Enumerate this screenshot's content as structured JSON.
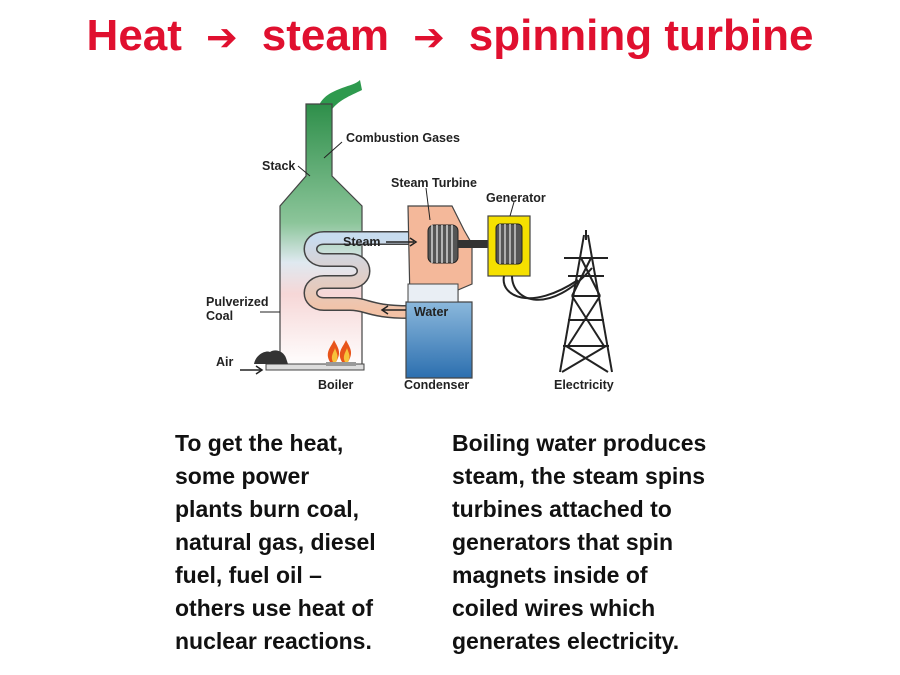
{
  "title": {
    "word1": "Heat",
    "word2": "steam",
    "word3": "spinning turbine",
    "arrow_icon": "right-arrow-icon",
    "color": "#e0102f"
  },
  "diagram": {
    "labels": {
      "combustion_gases": "Combustion Gases",
      "stack": "Stack",
      "steam_turbine": "Steam Turbine",
      "generator": "Generator",
      "steam": "Steam",
      "water": "Water",
      "pulverized": "Pulverized",
      "coal": "Coal",
      "air": "Air",
      "boiler": "Boiler",
      "condenser": "Condenser",
      "electricity": "Electricity"
    },
    "colors": {
      "smoke": "#2e9a4e",
      "turbine": "#f4b89a",
      "generator": "#f5e000",
      "condenser_water": "#3f83bf",
      "flame": "#e8541a"
    }
  },
  "text": {
    "left": "To get the heat,\nsome power\nplants burn coal,\nnatural gas, diesel\nfuel, fuel oil –\nothers use heat of\nnuclear reactions.",
    "right": "Boiling water produces\nsteam, the steam spins\nturbines attached to\ngenerators that spin\nmagnets inside of\ncoiled wires which\ngenerates electricity."
  }
}
